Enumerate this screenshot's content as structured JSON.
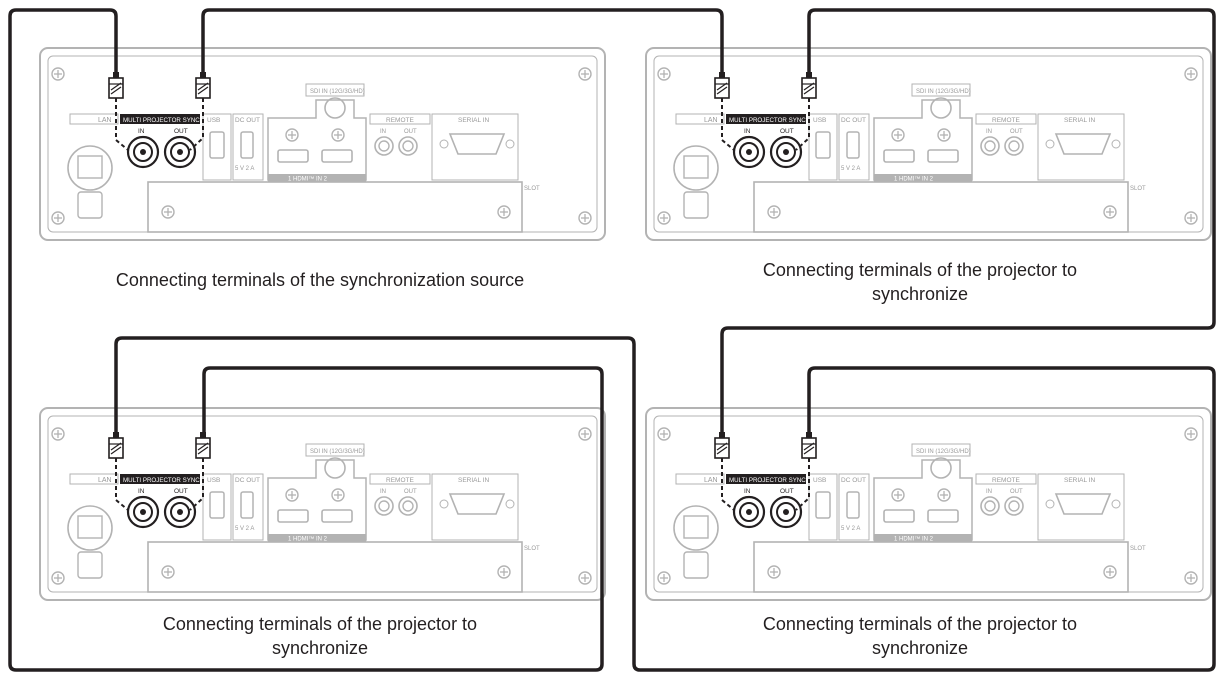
{
  "panels": [
    {
      "caption": "Connecting terminals of the synchronization source",
      "labels": {
        "lan": "LAN",
        "sync": "MULTI PROJECTOR SYNC",
        "in": "IN",
        "out": "OUT",
        "usb": "USB",
        "dc_out": "DC OUT",
        "dc_spec": "5 V 2 A",
        "sdi": "SDI IN (12G/3G/HD)",
        "remote": "REMOTE",
        "remote_in": "IN",
        "remote_out": "OUT",
        "serial": "SERIAL IN",
        "hdmi": "1   HDMI™ IN   2",
        "slot": "SLOT"
      }
    },
    {
      "caption": "Connecting terminals of the projector to\nsynchronize",
      "labels": {
        "lan": "LAN",
        "sync": "MULTI PROJECTOR SYNC",
        "in": "IN",
        "out": "OUT",
        "usb": "USB",
        "dc_out": "DC OUT",
        "dc_spec": "5 V 2 A",
        "sdi": "SDI IN (12G/3G/HD)",
        "remote": "REMOTE",
        "remote_in": "IN",
        "remote_out": "OUT",
        "serial": "SERIAL IN",
        "hdmi": "1   HDMI™ IN   2",
        "slot": "SLOT"
      }
    },
    {
      "caption": "Connecting terminals of the projector to\nsynchronize",
      "labels": {
        "lan": "LAN",
        "sync": "MULTI PROJECTOR SYNC",
        "in": "IN",
        "out": "OUT",
        "usb": "USB",
        "dc_out": "DC OUT",
        "dc_spec": "5 V 2 A",
        "sdi": "SDI IN (12G/3G/HD)",
        "remote": "REMOTE",
        "remote_in": "IN",
        "remote_out": "OUT",
        "serial": "SERIAL IN",
        "hdmi": "1   HDMI™ IN   2",
        "slot": "SLOT"
      }
    },
    {
      "caption": "Connecting terminals of the projector to\nsynchronize",
      "labels": {
        "lan": "LAN",
        "sync": "MULTI PROJECTOR SYNC",
        "in": "IN",
        "out": "OUT",
        "usb": "USB",
        "dc_out": "DC OUT",
        "dc_spec": "5 V 2 A",
        "sdi": "SDI IN (12G/3G/HD)",
        "remote": "REMOTE",
        "remote_in": "IN",
        "remote_out": "OUT",
        "serial": "SERIAL IN",
        "hdmi": "1   HDMI™ IN   2",
        "slot": "SLOT"
      }
    }
  ],
  "colors": {
    "panel_stroke": "#b3b3b3",
    "cable": "#231f20",
    "text": "#231f20",
    "label_bg": "#231f20"
  }
}
